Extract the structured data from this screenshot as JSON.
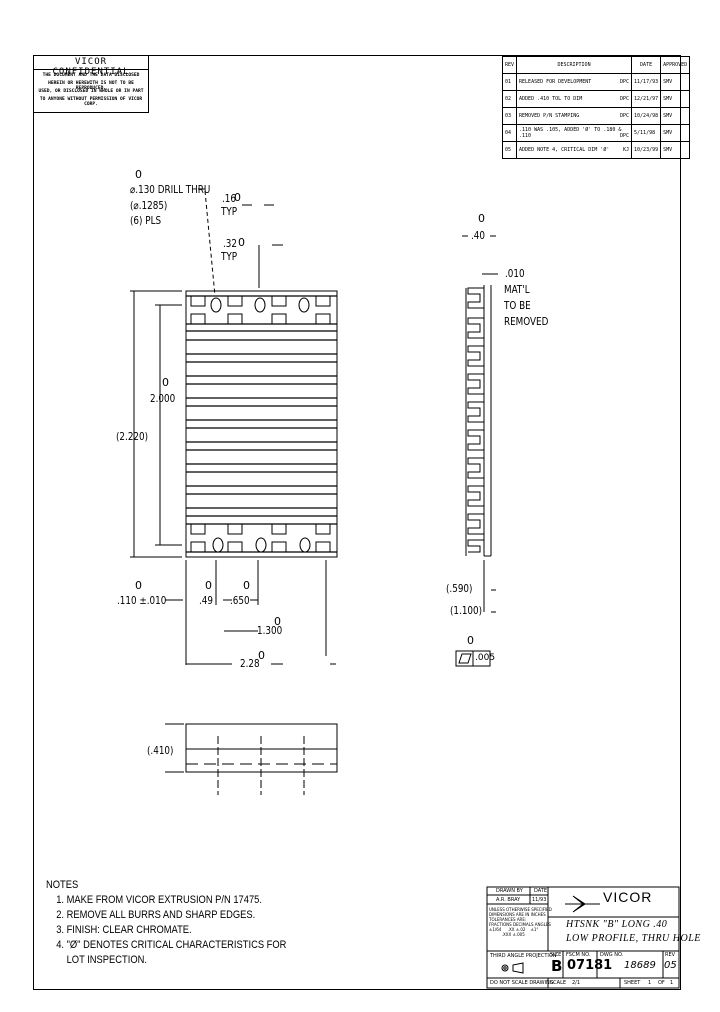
{
  "confidential": {
    "title": "VICOR CONFIDENTIAL",
    "lines": [
      "THE DOCUMENT AND THE DATA DISCLOSED",
      "HEREIN OR HEREWITH IS NOT TO BE REPRODUCED,",
      "USED, OR DISCLOSED IN WHOLE OR IN PART",
      "TO ANYONE WITHOUT PERMISSION OF VICOR CORP."
    ]
  },
  "revisions": {
    "headers": [
      "REV",
      "DESCRIPTION",
      "DATE",
      "APPROVED"
    ],
    "rows": [
      [
        "01",
        "RELEASED FOR DEVELOPMENT",
        "DPC",
        "11/17/93",
        "SMV"
      ],
      [
        "02",
        "ADDED .410 TOL TO DIM",
        "DPC",
        "12/21/97",
        "SMV"
      ],
      [
        "03",
        "REMOVED P/N STAMPING",
        "DPC",
        "10/24/98",
        "SMV"
      ],
      [
        "04",
        ".110 WAS .105, ADDED 'Ø' TO .180 & .110",
        "DPC",
        "5/11/98",
        "SMV"
      ],
      [
        "05",
        "ADDED NOTE 4, CRITICAL DIM 'Ø'",
        "KJ",
        "10/23/99",
        "SMV"
      ]
    ]
  },
  "dimensions": {
    "drill_sym": "0",
    "drill": "⌀.130 DRILL THRU",
    "drill_size": "(⌀.1285)",
    "drill_count": "(6) PLS",
    "d16_sym": "0",
    "d16": ".16",
    "d16_typ": "TYP",
    "d32_sym": "0",
    "d32": ".32",
    "d32_typ": "TYP",
    "side_top_sym": "0",
    "side_top": ".40",
    "mat": ".010",
    "mat_note": [
      "MAT'L",
      "TO BE",
      "REMOVED"
    ],
    "h_inner_sym": "0",
    "h_inner": "2.000",
    "h_outer": "(2.220)",
    "x1_sym": "0",
    "x1": ".110 ±.010",
    "x2_sym": "0",
    "x2": ".49",
    "x3_sym": "0",
    "x3": ".650",
    "x4_sym": "0",
    "x4": "1.300",
    "x5_sym": "0",
    "x5": "2.28",
    "side_a": "(.590)",
    "side_b": "(1.100)",
    "flat_sym": "0",
    "flat": ".005",
    "bottom": "(.410)"
  },
  "notes": {
    "title": "NOTES",
    "items": [
      "1. MAKE FROM VICOR EXTRUSION P/N 17475.",
      "2. REMOVE ALL BURRS AND SHARP EDGES.",
      "3. FINISH:  CLEAR CHROMATE.",
      "4. \"Ø\" DENOTES CRITICAL CHARACTERISTICS FOR",
      "    LOT INSPECTION."
    ]
  },
  "titleblock": {
    "drawn_by": "DRAWN BY",
    "date_label": "DATE",
    "drawn_name": "A.R. BRAY",
    "drawn_date": "11/93",
    "tolerances": [
      "UNLESS OTHERWISE SPECIFIED",
      "DIMENSIONS ARE IN INCHES",
      "TOLERANCES ARE:",
      "FRACTIONS  DECIMALS  ANGLES",
      "±1/64     .XX ±.02    ±1°",
      "          .XXX ±.005"
    ],
    "projection": "THIRD ANGLE PROJECTION",
    "do_not_scale": "DO NOT SCALE DRAWING",
    "company": "VICOR",
    "title_line1": "HTSNK \"B\" LONG .40",
    "title_line2": "LOW PROFILE, THRU HOLE",
    "size_label": "SIZE",
    "size": "B",
    "fscm_label": "FSCM NO.",
    "fscm": "07181",
    "dwg_label": "DWG NO.",
    "dwg": "18689",
    "rev_label": "REV",
    "rev": "05",
    "scale_label": "SCALE",
    "scale": "2/1",
    "sheet_label": "SHEET",
    "sheet": "1",
    "of_label": "OF",
    "of": "1"
  }
}
